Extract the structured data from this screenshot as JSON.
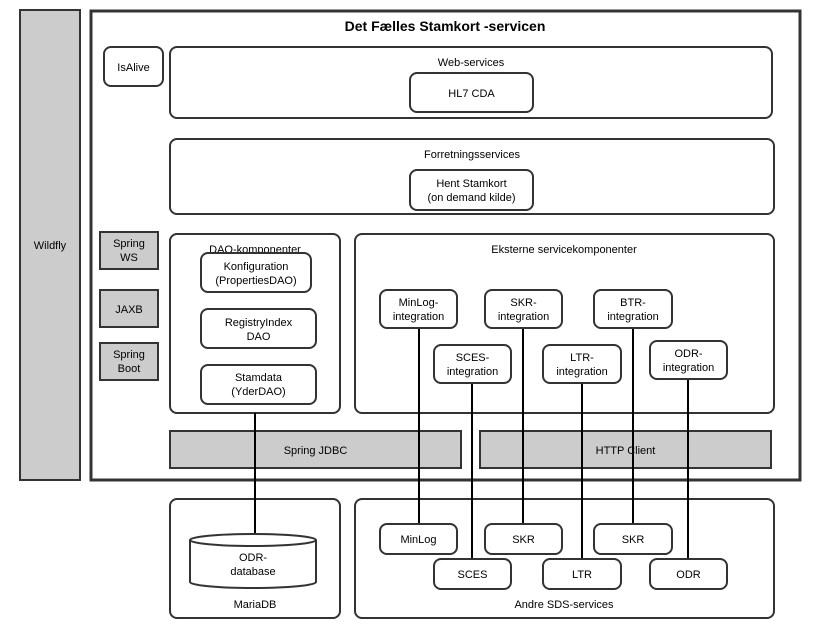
{
  "diagram": {
    "title": "Det Fælles Stamkort -servicen",
    "container": {
      "label": "Wildfly"
    },
    "is_alive": {
      "label": "IsAlive"
    },
    "web_services": {
      "label": "Web-services",
      "items": [
        {
          "lines": [
            "HL7 CDA"
          ]
        }
      ]
    },
    "business_services": {
      "label": "Forretningsservices",
      "items": [
        {
          "lines": [
            "Hent Stamkort",
            "(on demand kilde)"
          ]
        }
      ]
    },
    "frameworks": [
      {
        "lines": [
          "Spring",
          "WS"
        ]
      },
      {
        "lines": [
          "JAXB"
        ]
      },
      {
        "lines": [
          "Spring",
          "Boot"
        ]
      }
    ],
    "dao_components": {
      "label": "DAO-komponenter",
      "items": [
        {
          "lines": [
            "Konfiguration",
            "(PropertiesDAO)"
          ]
        },
        {
          "lines": [
            "RegistryIndex",
            "DAO"
          ]
        },
        {
          "lines": [
            "Stamdata",
            "(YderDAO)"
          ]
        }
      ]
    },
    "external_components": {
      "label": "Eksterne servicekomponenter",
      "items": [
        {
          "lines": [
            "MinLog-",
            "integration"
          ]
        },
        {
          "lines": [
            "SCES-",
            "integration"
          ]
        },
        {
          "lines": [
            "SKR-",
            "integration"
          ]
        },
        {
          "lines": [
            "LTR-",
            "integration"
          ]
        },
        {
          "lines": [
            "BTR-",
            "integration"
          ]
        },
        {
          "lines": [
            "ODR-",
            "integration"
          ]
        }
      ]
    },
    "bars": [
      {
        "label": "Spring JDBC"
      },
      {
        "label": "HTTP Client"
      }
    ],
    "mariadb": {
      "label": "MariaDB",
      "database": {
        "lines": [
          "ODR-",
          "database"
        ]
      }
    },
    "sds_services": {
      "label": "Andre SDS-services",
      "items": [
        {
          "lines": [
            "MinLog"
          ]
        },
        {
          "lines": [
            "SCES"
          ]
        },
        {
          "lines": [
            "SKR"
          ]
        },
        {
          "lines": [
            "LTR"
          ]
        },
        {
          "lines": [
            "SKR"
          ]
        },
        {
          "lines": [
            "ODR"
          ]
        }
      ]
    },
    "connections": [
      {
        "from": "Stamdata (YderDAO)",
        "to": "ODR-database"
      },
      {
        "from": "MinLog-integration",
        "to": "MinLog"
      },
      {
        "from": "SCES-integration",
        "to": "SCES"
      },
      {
        "from": "SKR-integration",
        "to": "SKR"
      },
      {
        "from": "LTR-integration",
        "to": "LTR"
      },
      {
        "from": "BTR-integration",
        "to": "SKR"
      },
      {
        "from": "ODR-integration",
        "to": "ODR"
      }
    ]
  }
}
